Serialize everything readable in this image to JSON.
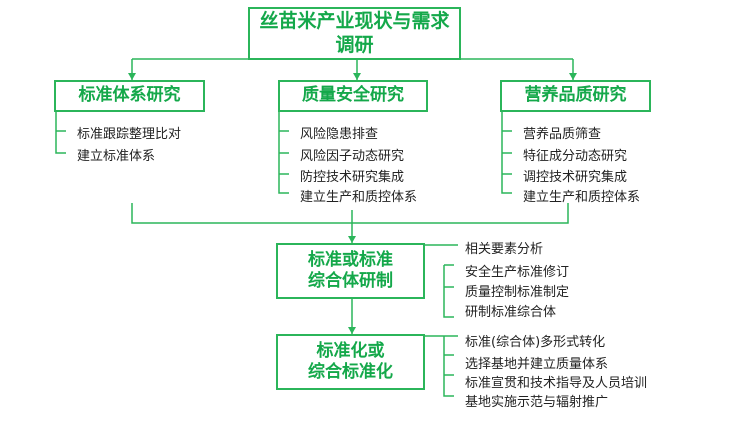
{
  "root": {
    "line1": "丝苗米产业现状与需求",
    "line2": "调研"
  },
  "branches": [
    {
      "title": "标准体系研究",
      "items": [
        "标准跟踪整理比对",
        "建立标准体系"
      ]
    },
    {
      "title": "质量安全研究",
      "items": [
        "风险隐患排查",
        "风险因子动态研究",
        "防控技术研究集成",
        "建立生产和质控体系"
      ]
    },
    {
      "title": "营养品质研究",
      "items": [
        "营养品质筛查",
        "特征成分动态研究",
        "调控技术研究集成",
        "建立生产和质控体系"
      ]
    }
  ],
  "stage2": {
    "line1": "标准或标准",
    "line2": "综合体研制",
    "items": [
      "相关要素分析",
      "安全生产标准修订",
      "质量控制标准制定",
      "研制标准综合体"
    ]
  },
  "stage3": {
    "line1": "标准化或",
    "line2": "综合标准化",
    "items": [
      "标准(综合体)多形式转化",
      "选择基地并建立质量体系",
      "标准宣贯和技术指导及人员培训",
      "基地实施示范与辐射推广"
    ]
  },
  "colors": {
    "accent": "#2bb55a",
    "title_text": "#14a84a"
  }
}
